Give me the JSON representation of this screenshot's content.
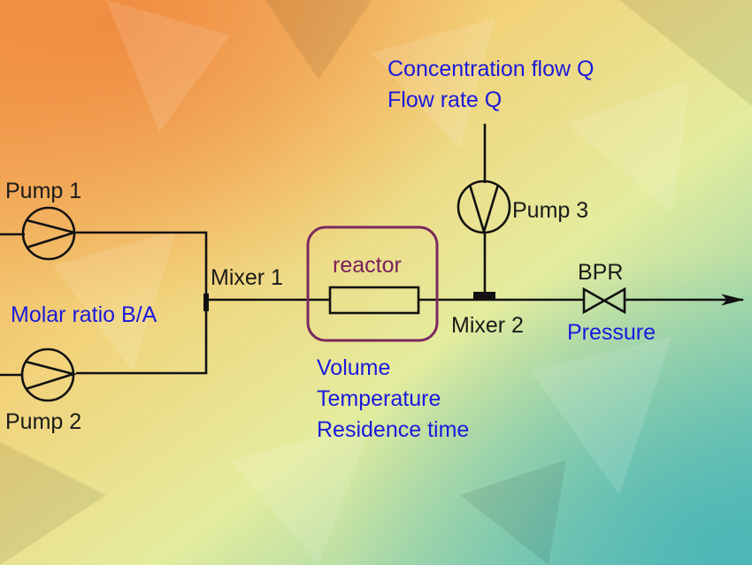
{
  "colors": {
    "line": "#111111",
    "parameter_text": "#1a1adc",
    "label_text": "#1a1a1a",
    "reactor_frame": "#7a2a5e",
    "background_warm": "#f29a4a",
    "background_mid": "#e9e79a",
    "background_cool": "#5fc1b6"
  },
  "pumps": {
    "pump1": "Pump 1",
    "pump2": "Pump 2",
    "pump3": "Pump 3"
  },
  "mixers": {
    "mixer1": "Mixer 1",
    "mixer2": "Mixer 2"
  },
  "reactor": {
    "label": "reactor"
  },
  "bpr": {
    "label": "BPR",
    "parameter": "Pressure"
  },
  "parameters": {
    "molar_ratio": "Molar ratio B/A",
    "concentration_flow": "Concentration flow Q",
    "flow_rate": "Flow rate Q",
    "reactor_params": [
      "Volume",
      "Temperature",
      "Residence time"
    ]
  }
}
